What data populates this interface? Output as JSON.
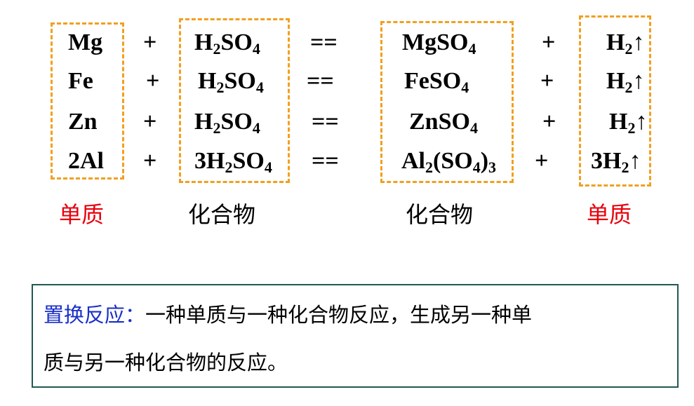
{
  "reactions": [
    {
      "element": "Mg",
      "plus1": "+",
      "acid": {
        "pre": "H",
        "sub": "2",
        "post": "SO",
        "sub2": "4"
      },
      "equals": "==",
      "salt": {
        "a": "MgSO",
        "s1": "4",
        "b": "",
        "s2": "",
        "c": ""
      },
      "plus2": "+",
      "gas": {
        "pre": "H",
        "sub": "2",
        "arrow": "↑"
      }
    },
    {
      "element": "Fe",
      "plus1": "+",
      "acid": {
        "pre": "H",
        "sub": "2",
        "post": "SO",
        "sub2": "4"
      },
      "equals": "==",
      "salt": {
        "a": "FeSO",
        "s1": "4",
        "b": "",
        "s2": "",
        "c": ""
      },
      "plus2": "+",
      "gas": {
        "pre": "H",
        "sub": "2",
        "arrow": "↑"
      }
    },
    {
      "element": "Zn",
      "plus1": "+",
      "acid": {
        "pre": "H",
        "sub": "2",
        "post": "SO",
        "sub2": "4"
      },
      "equals": "==",
      "salt": {
        "a": "ZnSO",
        "s1": "4",
        "b": "",
        "s2": "",
        "c": ""
      },
      "plus2": "+",
      "gas": {
        "pre": "H",
        "sub": "2",
        "arrow": "↑"
      }
    },
    {
      "element": "2Al",
      "plus1": "+",
      "acid": {
        "pre": "3H",
        "sub": "2",
        "post": "SO",
        "sub2": "4"
      },
      "equals": "==",
      "salt": {
        "a": "Al",
        "s1": "2",
        "b": "(SO",
        "s2": "4",
        "c": ")",
        "s3": "3"
      },
      "plus2": "+",
      "gas": {
        "pre": "3H",
        "sub": "2",
        "arrow": "↑"
      }
    }
  ],
  "labels": {
    "reactant_element": "单质",
    "reactant_compound": "化合物",
    "product_compound": "化合物",
    "product_element": "单质"
  },
  "definition": {
    "term": "置换反应：",
    "line1_rest": "一种单质与一种化合物反应，生成另一种单",
    "line2": "质与另一种化合物的反应。"
  },
  "colors": {
    "dashed_box": "#f0a020",
    "label_red": "#e8000b",
    "term_blue": "#1a2fc8",
    "definition_border": "#1f5a52"
  }
}
